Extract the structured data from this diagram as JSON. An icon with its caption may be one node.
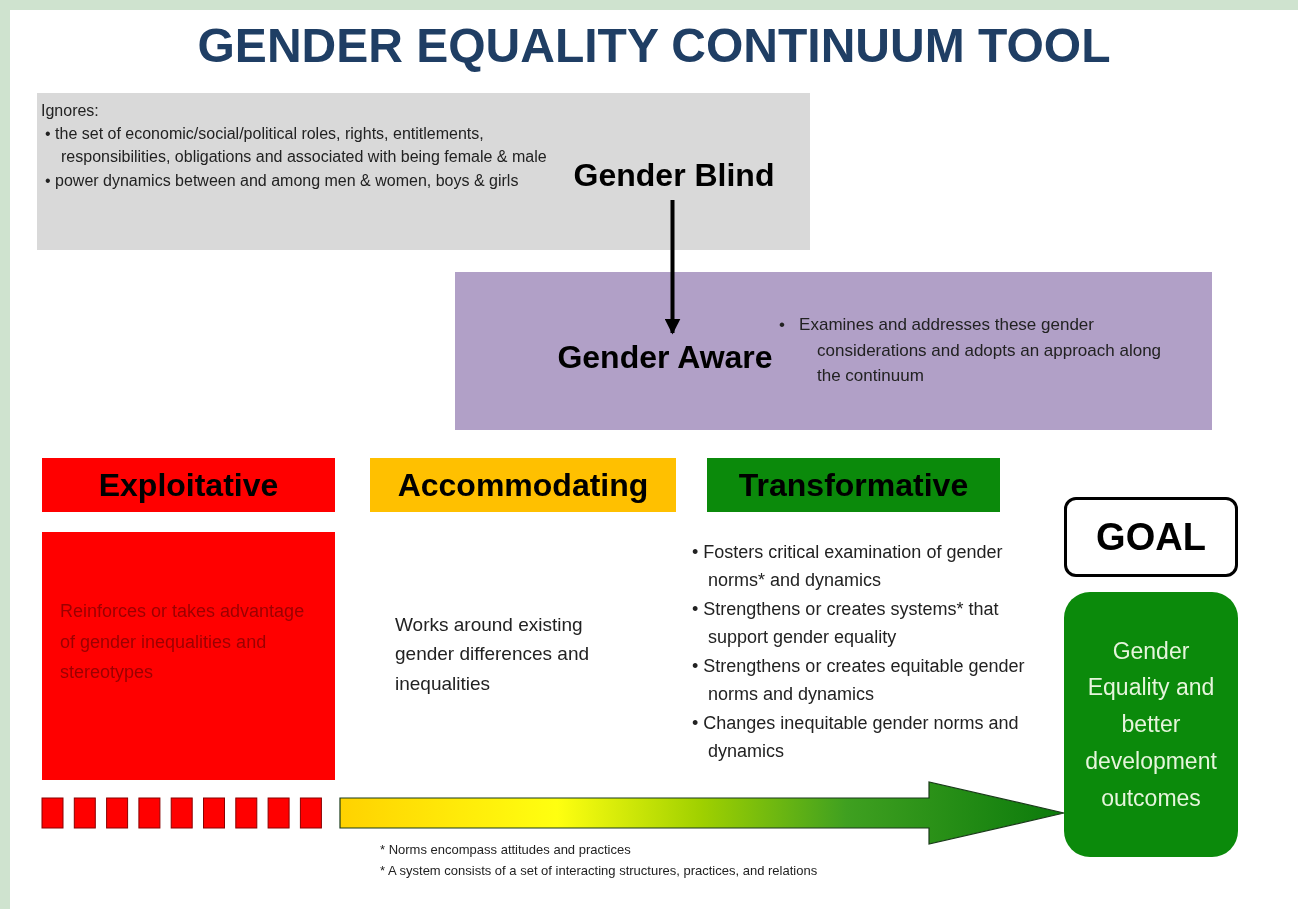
{
  "diagram": {
    "title": "GENDER EQUALITY CONTINUUM TOOL",
    "nodes": [
      {
        "text": [
          "Ignores:",
          "• the set of economic/social/political roles, rights, entitlements, responsibilities, obligations and associated with being female & male",
          "• power dynamics between and among men & women, boys & girls"
        ]
      },
      {
        "text": [
          "Gender Blind"
        ],
        "in": 0
      },
      {
        "text": [
          "•   Examines and addresses these gender considerations and adopts an approach along the continuum"
        ]
      },
      {
        "text": [
          "Gender Aware"
        ],
        "in": 2
      },
      {
        "text": [
          "Exploitative"
        ]
      },
      {
        "text": [
          "Reinforces or takes advantage of gender inequalities and stereotypes"
        ]
      },
      {
        "text": [
          "Accommodating"
        ]
      },
      {
        "text": [
          "Transformative"
        ]
      },
      {
        "text": [
          "GOAL"
        ]
      },
      {
        "text": [
          "Gender Equality and better development outcomes"
        ]
      }
    ],
    "edges": [
      {
        "from": 1,
        "to": 3,
        "arrow": "to"
      },
      {
        "from": null,
        "to": 9,
        "arrow": "to",
        "style": "thick"
      }
    ],
    "labels": [
      "Works around existing gender differences and inequalities",
      "• Fosters critical examination of gender norms* and dynamics",
      "• Strengthens or creates systems* that support gender equality",
      "• Strengthens or creates equitable gender norms and dynamics",
      "• Changes inequitable gender norms and dynamics",
      "* Norms encompass attitudes and practices",
      "* A system consists of a set of interacting structures, practices, and relations"
    ]
  }
}
